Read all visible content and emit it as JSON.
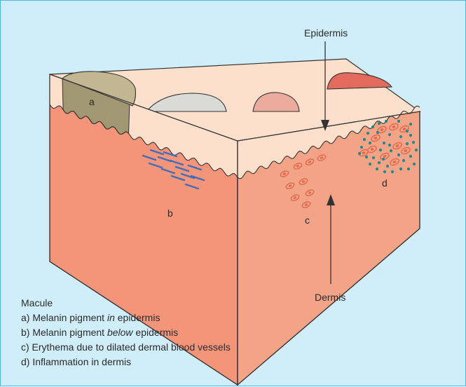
{
  "labels": {
    "epidermis": "Epidermis",
    "dermis": "Dermis",
    "a": "a",
    "b": "b",
    "c": "c",
    "d": "d"
  },
  "legend": {
    "title": "Macule",
    "a_prefix": "a) Melanin pigment ",
    "a_emph": "in",
    "a_suffix": " epidermis",
    "b_prefix": "b) Melanin pigment ",
    "b_emph": "below",
    "b_suffix": " epidermis",
    "c": "c) Erythema due to dilated dermal blood vessels",
    "d": "d) Inflammation in dermis"
  },
  "colors": {
    "background": "#cfeefa",
    "border": "#4bb7e6",
    "epidermis": "#fde0cc",
    "dermis_left": "#f4957a",
    "dermis_right": "#f3a386",
    "pigment_in_epidermis": "#c3b793",
    "pigment_dark_side": "#a19773",
    "macule_grey": "#d9dbd4",
    "macule_pink": "#ecac9d",
    "macule_red": "#e26b5d",
    "melanin_dermal": "#3f6fb8",
    "vessel": "#e2694d",
    "inflammatory_dots": "#1e8a8c"
  }
}
